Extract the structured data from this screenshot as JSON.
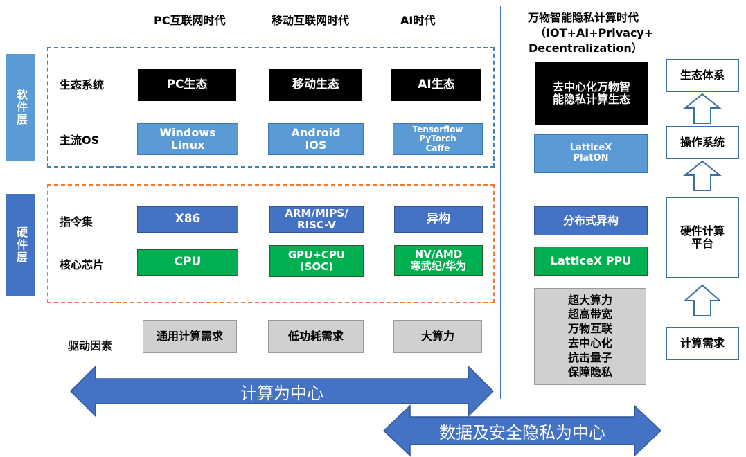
{
  "eras": {
    "pc": "PC互联网时代",
    "mobile": "移动互联网时代",
    "ai": "AI时代",
    "iot_title": "万物智能隐私计算时代",
    "iot_sub1": "（IOT+AI+Privacy+",
    "iot_sub2": "Decentralization）"
  },
  "layers": {
    "software": "软件层",
    "hardware": "硬件层"
  },
  "rows": {
    "ecosystem": "生态系统",
    "os": "主流OS",
    "isa": "指令集",
    "chip": "核心芯片",
    "driver": "驱动因素"
  },
  "cells": {
    "pc_eco": "PC生态",
    "mobile_eco": "移动生态",
    "ai_eco": "AI生态",
    "pc_os": "Windows\nLinux",
    "mobile_os": "Android\nIOS",
    "ai_os": "Tensorflow\nPyTorch\nCaffe",
    "pc_isa": "X86",
    "mobile_isa": "ARM/MIPS/\nRISC-V",
    "ai_isa": "异构",
    "pc_chip": "CPU",
    "mobile_chip": "GPU+CPU\n(SOC)",
    "ai_chip": "NV/AMD\n寒武纪/华为",
    "pc_driver": "通用计算需求",
    "mobile_driver": "低功耗需求",
    "ai_driver": "大算力"
  },
  "iot": {
    "eco": "去中心化万物智\n能隐私计算生态",
    "os": "LatticeX\nPlatON",
    "isa": "分布式异构",
    "chip": "LatticeX  PPU",
    "driver": "超大算力\n超高带宽\n万物互联\n去中心化\n抗击量子\n保障隐私"
  },
  "stack": {
    "eco": "生态体系",
    "os": "操作系统",
    "hw": "硬件计算\n平台",
    "demand": "计算需求"
  },
  "arrows": {
    "compute": "计算为中心",
    "data": "数据及安全隐私为中心"
  },
  "colors": {
    "blue_light": "#5b9bd5",
    "blue_dark": "#4472c4",
    "green": "#00b050",
    "arrow": "#4472c4"
  }
}
